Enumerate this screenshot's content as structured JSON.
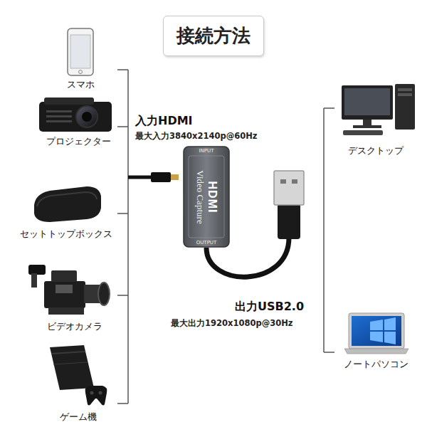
{
  "diagram": {
    "title": "接続方法",
    "nodes": [
      {
        "text": [
          "INPUT",
          "Video Capture",
          "HDMI",
          "OUTPUT"
        ]
      }
    ],
    "labels": [
      "スマホ",
      "プロジェクター",
      "セットトップボックス",
      "ビデオカメラ",
      "ゲーム機",
      "デスクトップ",
      "ノートパソコン",
      "入力HDMI",
      "最大入力3840x2140p@60Hz",
      "出力USB2.0",
      "最大出力1920x1080p@30Hz"
    ]
  }
}
